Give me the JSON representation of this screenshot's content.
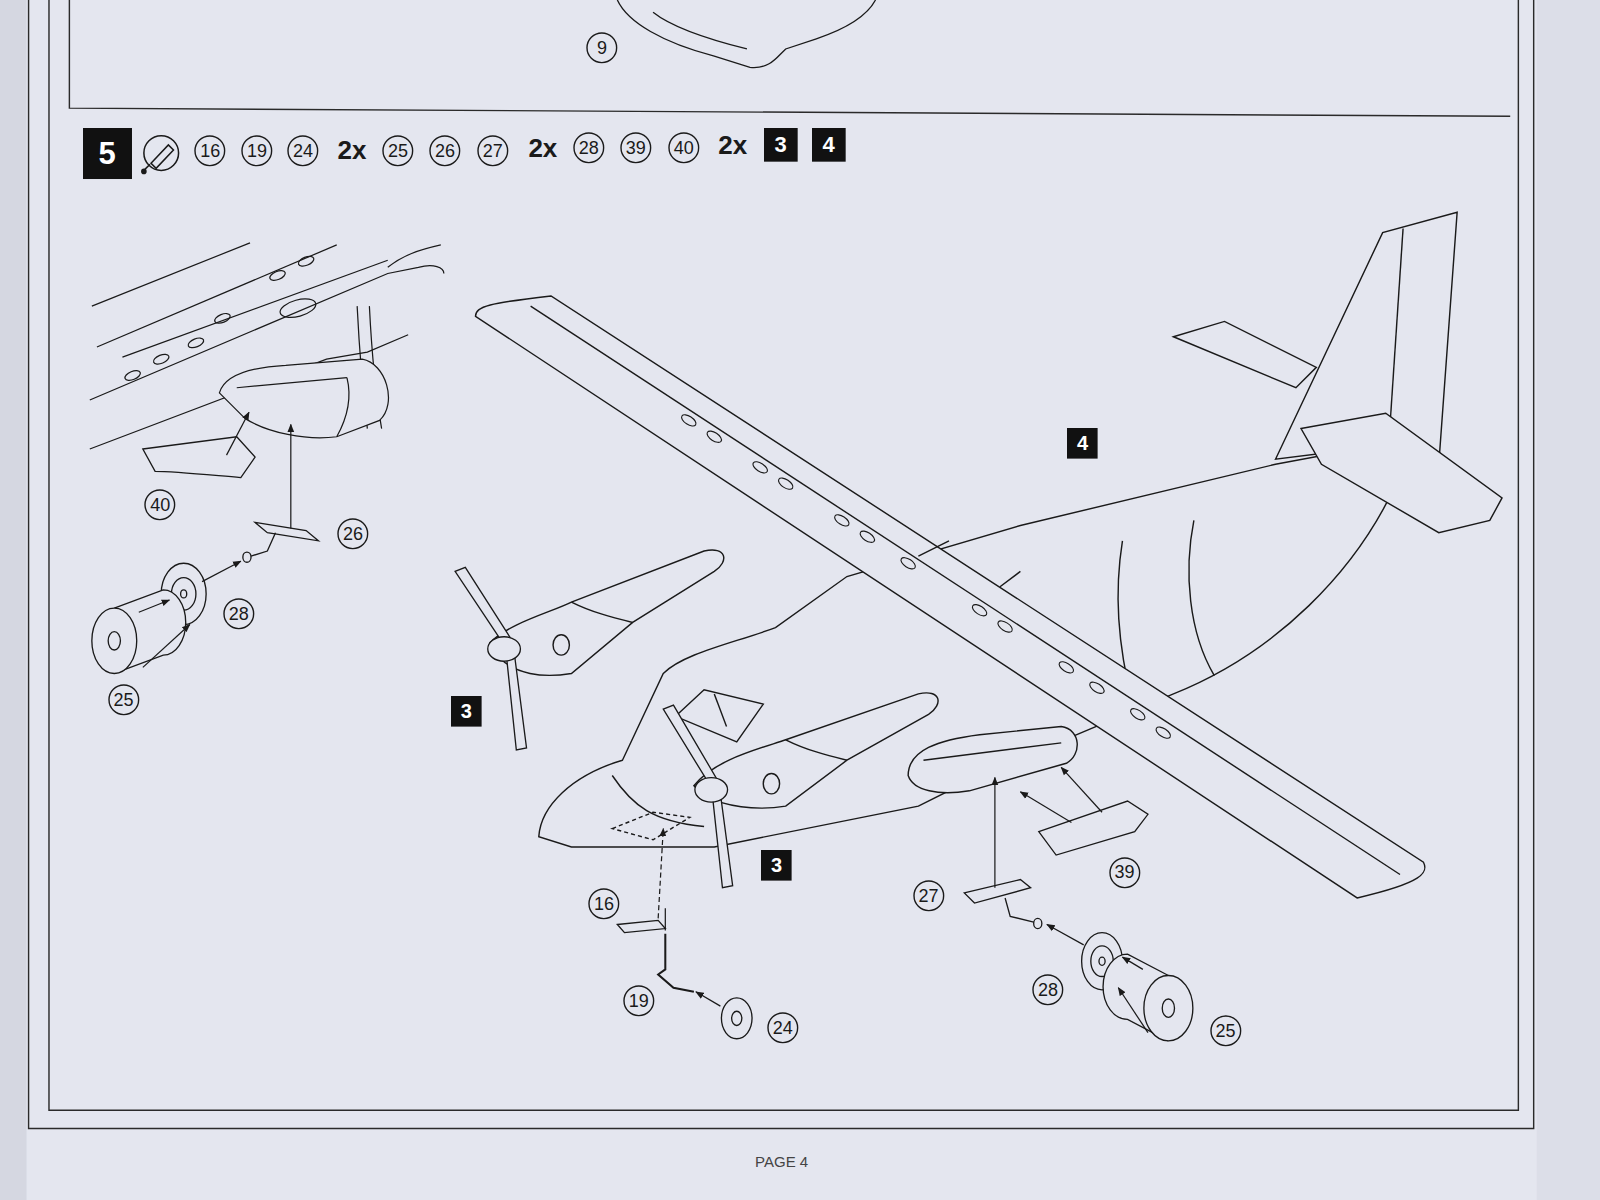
{
  "diagram": {
    "nodes": [
      {
        "text": [
          "9"
        ]
      },
      {
        "text": [
          "5"
        ]
      },
      {
        "text": [
          "16"
        ]
      },
      {
        "text": [
          "19"
        ]
      },
      {
        "text": [
          "24"
        ]
      },
      {
        "text": [
          "25"
        ]
      },
      {
        "text": [
          "26"
        ]
      },
      {
        "text": [
          "27"
        ]
      },
      {
        "text": [
          "28"
        ]
      },
      {
        "text": [
          "39"
        ]
      },
      {
        "text": [
          "40"
        ]
      },
      {
        "text": [
          "3"
        ]
      },
      {
        "text": [
          "4"
        ]
      },
      {
        "text": [
          "40"
        ]
      },
      {
        "text": [
          "26"
        ]
      },
      {
        "text": [
          "28"
        ]
      },
      {
        "text": [
          "25"
        ]
      },
      {
        "text": [
          "4"
        ]
      },
      {
        "text": [
          "3"
        ]
      },
      {
        "text": [
          "3"
        ]
      },
      {
        "text": [
          "16"
        ]
      },
      {
        "text": [
          "19"
        ]
      },
      {
        "text": [
          "24"
        ]
      },
      {
        "text": [
          "27"
        ]
      },
      {
        "text": [
          "39"
        ]
      },
      {
        "text": [
          "28"
        ]
      },
      {
        "text": [
          "25"
        ]
      }
    ],
    "labels": [
      "2x",
      "2x",
      "2x",
      "PAGE 4"
    ]
  }
}
